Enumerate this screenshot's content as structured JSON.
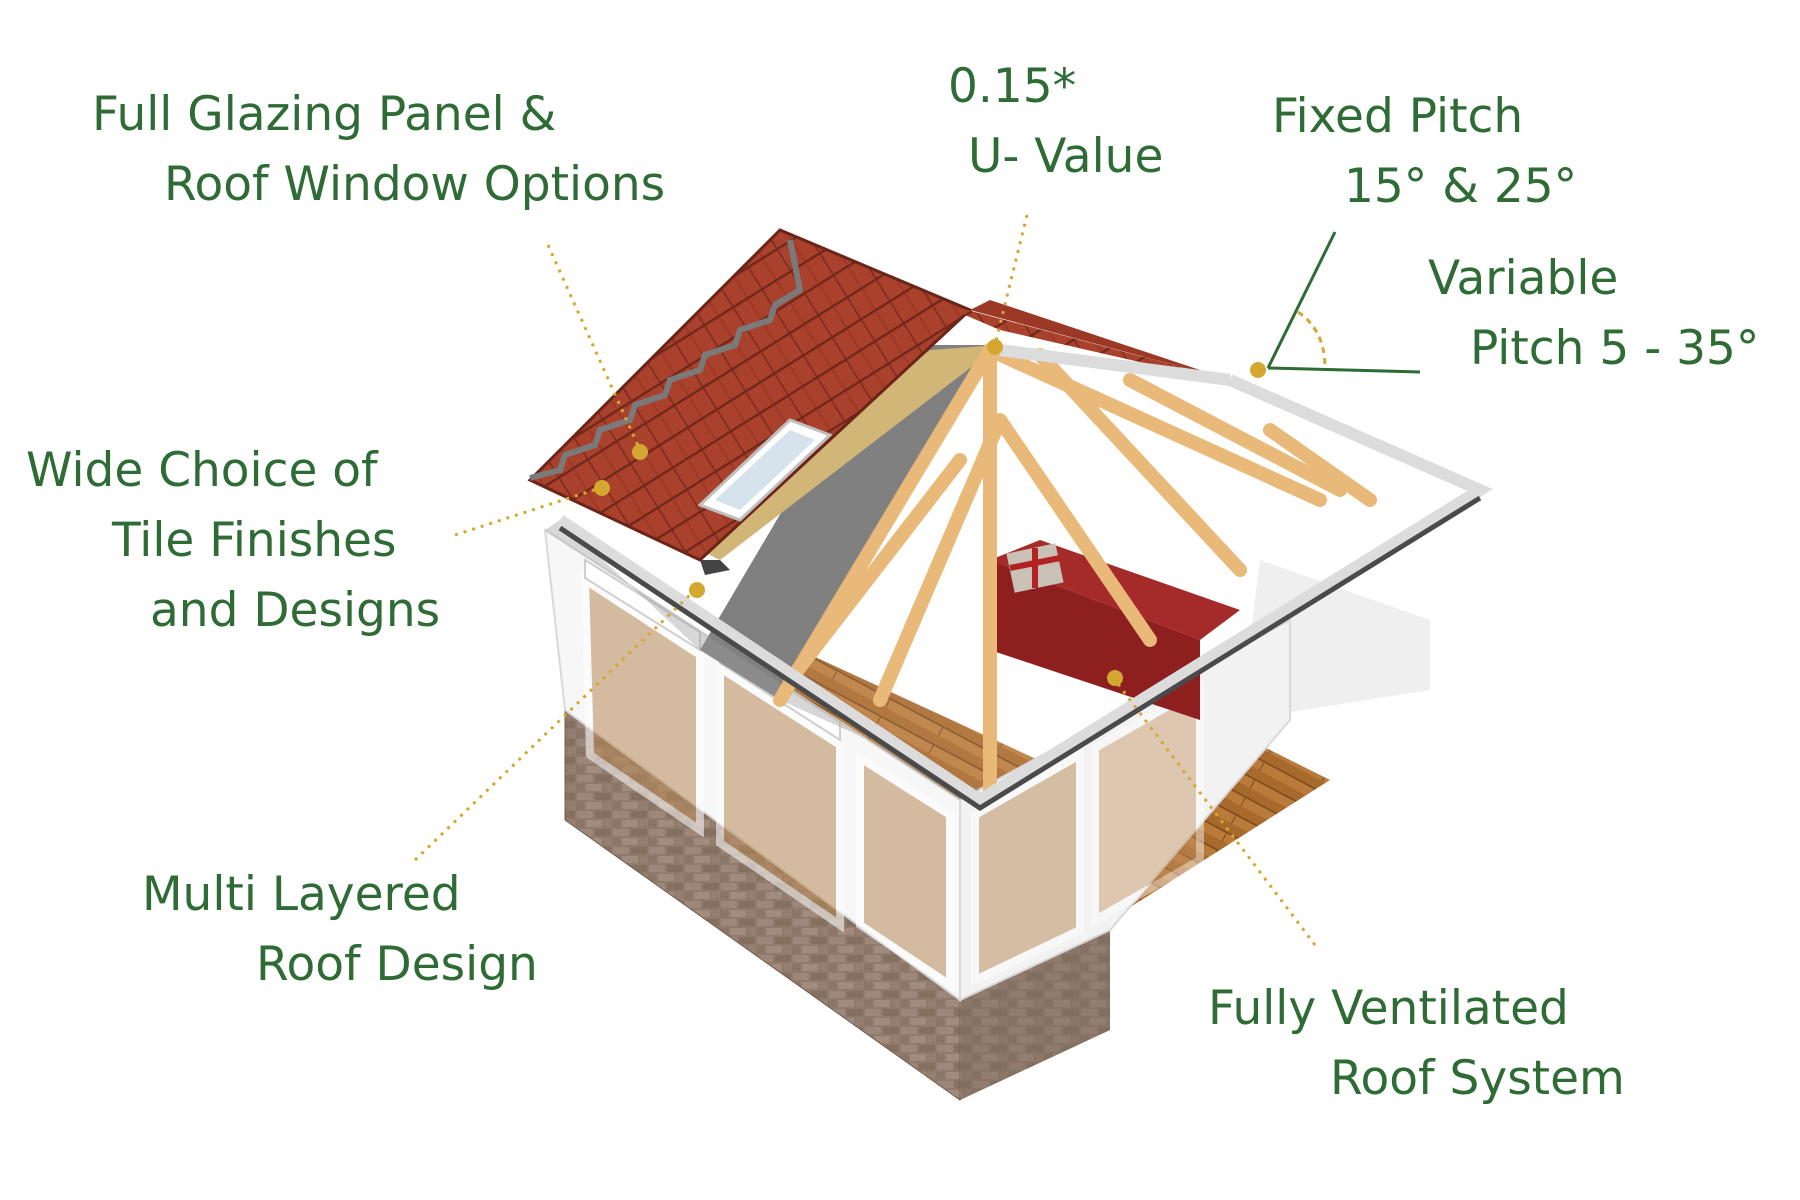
{
  "colors": {
    "label_text": "#2e6b35",
    "leader_dot": "#d4a830",
    "angle_stroke": "#2e6b35",
    "roof_tile": "#9c3826",
    "rafter_wood": "#e8b978",
    "floor_wood": "#a8692c",
    "frame": "#f4f4f4",
    "brick": "#8f7a6c",
    "sofa": "#8e1f1f",
    "roof_lining": "#7d7d7d"
  },
  "callouts": {
    "glazing": {
      "line1": "Full Glazing Panel &",
      "line2": "Roof Window Options"
    },
    "uvalue": {
      "line1": "0.15*",
      "line2": "U- Value"
    },
    "fixed_pitch": {
      "line1": "Fixed Pitch",
      "line2": "15° & 25°"
    },
    "variable_pitch": {
      "line1": "Variable",
      "line2": "Pitch 5 - 35°"
    },
    "tile": {
      "line1": "Wide Choice of",
      "line2": "Tile Finishes",
      "line3": "and Designs"
    },
    "layered": {
      "line1": "Multi Layered",
      "line2": "Roof Design"
    },
    "ventilated": {
      "line1": "Fully Ventilated",
      "line2": "Roof System"
    }
  },
  "icons": {
    "pitch_angle": "angle-icon",
    "conservatory": "conservatory-roof-illustration"
  }
}
